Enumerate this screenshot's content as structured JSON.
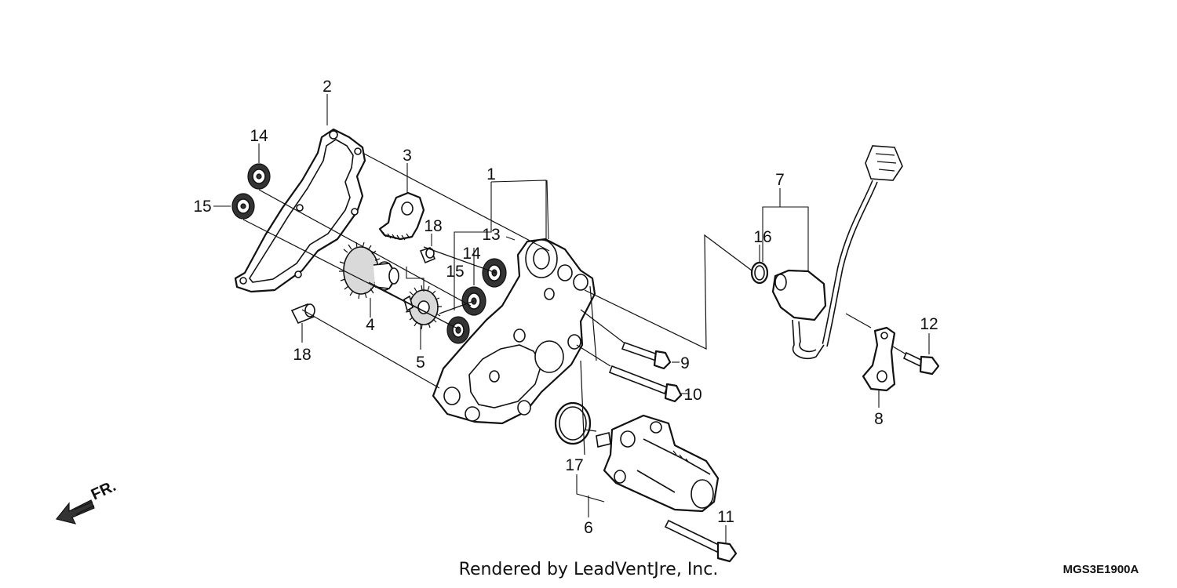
{
  "callouts": {
    "c1": "1",
    "c2": "2",
    "c3": "3",
    "c4": "4",
    "c5": "5",
    "c6": "6",
    "c7": "7",
    "c8": "8",
    "c9": "9",
    "c10": "10",
    "c11": "11",
    "c12": "12",
    "c13": "13",
    "c14a": "14",
    "c14b": "14",
    "c15a": "15",
    "c15b": "15",
    "c16": "16",
    "c17": "17",
    "c18a": "18",
    "c18b": "18"
  },
  "direction_label": "FR.",
  "footer": {
    "rendered_by": "Rendered by LeadVentJre, Inc.",
    "diagram_code": "MGS3E1900A"
  }
}
